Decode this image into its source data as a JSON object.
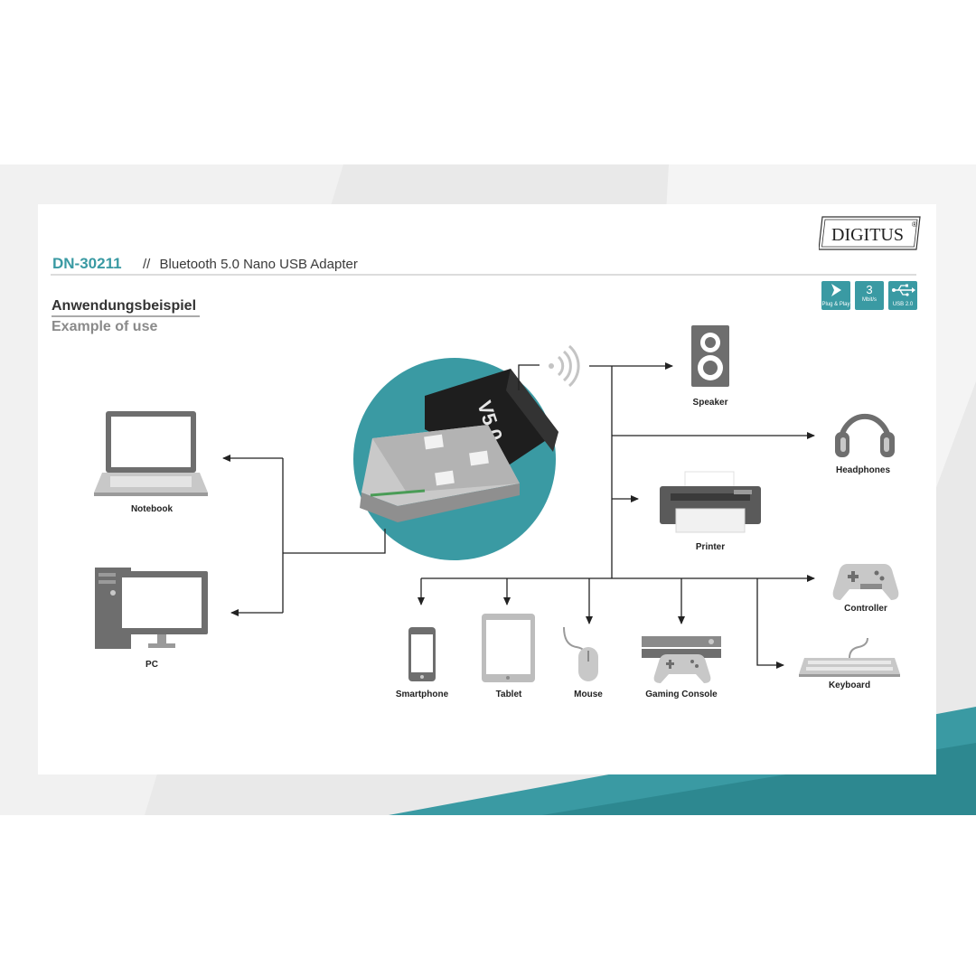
{
  "brand": {
    "logo_text": "DIGITUS",
    "registered": "®"
  },
  "header": {
    "model": "DN-30211",
    "separator": "//",
    "product": "Bluetooth 5.0 Nano USB Adapter"
  },
  "section": {
    "title_de": "Anwendungsbeispiel",
    "title_en": "Example of use"
  },
  "badges": [
    {
      "icon": "play-arrow-icon",
      "top": "",
      "bottom": "Plug & Play"
    },
    {
      "icon": "",
      "top": "3",
      "bottom": "Mbit/s"
    },
    {
      "icon": "usb-icon",
      "top": "",
      "bottom": "USB 2.0"
    }
  ],
  "adapter": {
    "version_text": "V5.0"
  },
  "devices": {
    "notebook": "Notebook",
    "pc": "PC",
    "speaker": "Speaker",
    "headphones": "Headphones",
    "printer": "Printer",
    "controller": "Controller",
    "keyboard": "Keyboard",
    "smartphone": "Smartphone",
    "tablet": "Tablet",
    "mouse": "Mouse",
    "gaming_console": "Gaming Console"
  },
  "colors": {
    "accent": "#3a9aa3",
    "line": "#222222",
    "icon_gray": "#6e6e6e",
    "icon_light": "#c8c8c8"
  }
}
